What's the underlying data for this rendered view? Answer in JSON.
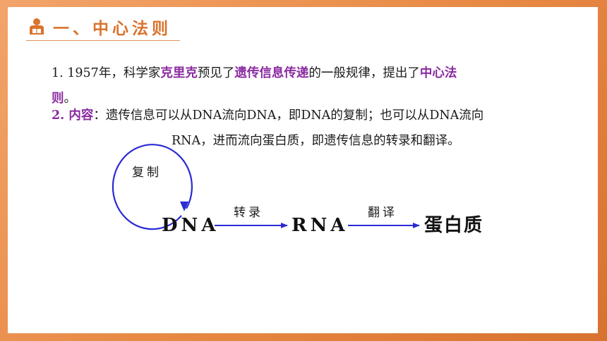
{
  "header": {
    "title": "一、中心法则",
    "icon": "reader-person-icon",
    "accent_color": "#d9732d"
  },
  "paragraph1": {
    "number": "1.",
    "text_a": "1957年，科学家",
    "name": "克里克",
    "text_b": "预见了",
    "term": "遗传信息传递",
    "text_c": "的一般规律，提出了",
    "law_a": "中心法",
    "law_b": "则",
    "end": "。"
  },
  "paragraph2": {
    "label": "2. 内容",
    "colon": "：",
    "line1": "遗传信息可以从DNA流向DNA，即DNA的复制；也可以从DNA流向",
    "line2": "RNA，进而流向蛋白质，即遗传信息的转录和翻译。"
  },
  "diagram": {
    "replication": "复制",
    "dna": "DNA",
    "transcription": "转录",
    "rna": "RNA",
    "translation": "翻译",
    "protein": "蛋白质",
    "arrow_color": "#2a2ad6"
  }
}
